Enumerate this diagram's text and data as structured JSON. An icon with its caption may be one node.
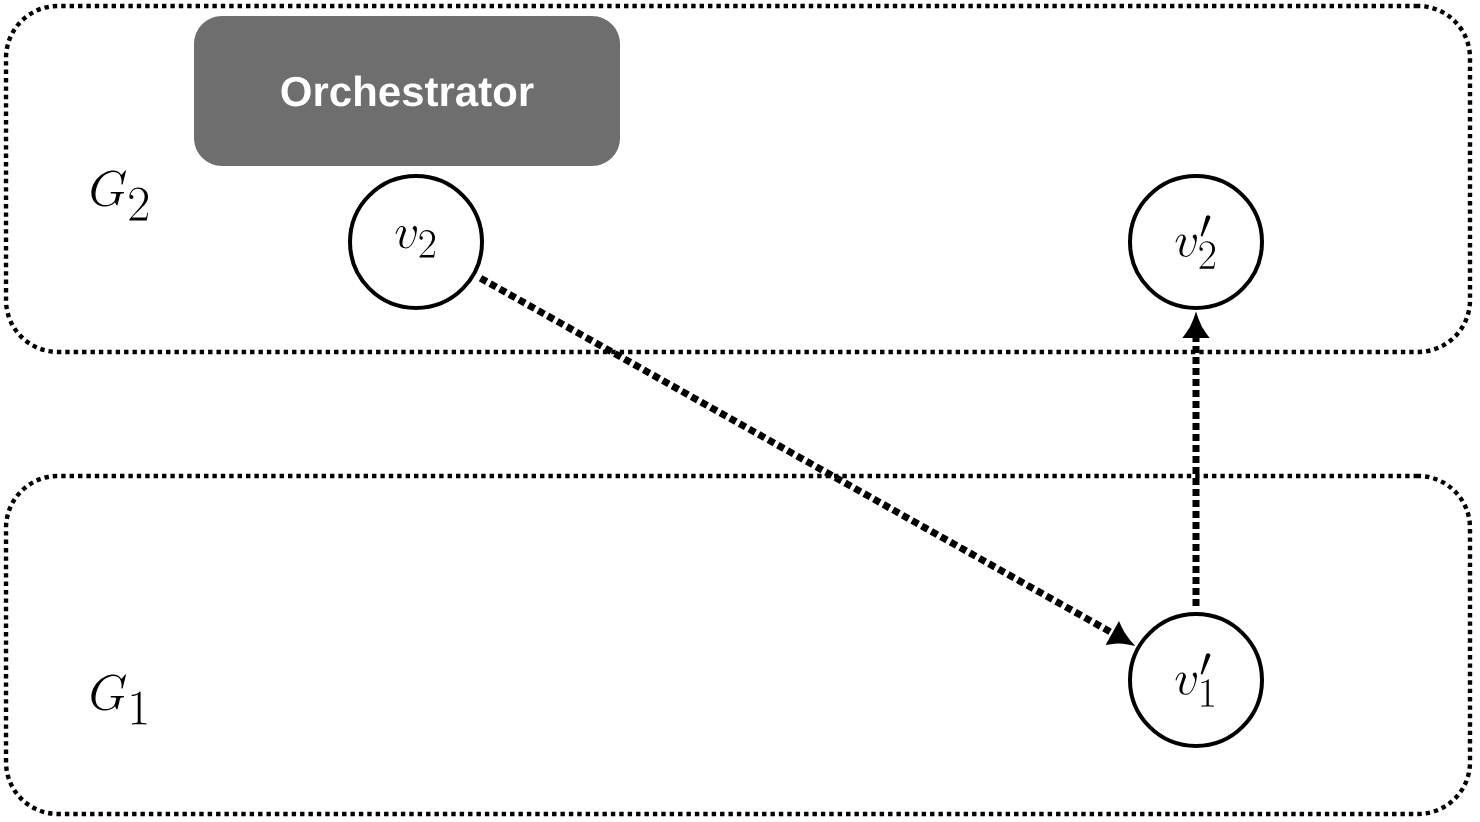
{
  "diagram": {
    "nodes": [
      {
        "text": [
          "G_2"
        ]
      },
      {
        "text": [
          "Orchestrator"
        ],
        "in": 0
      },
      {
        "text": [
          "v_2"
        ],
        "in": 0
      },
      {
        "text": [
          "v'_2"
        ],
        "in": 0
      },
      {
        "text": [
          "G_1"
        ]
      },
      {
        "text": [
          "v'_1"
        ],
        "in": 4
      }
    ],
    "edges": [
      {
        "from": 2,
        "to": 5,
        "arrow": "to",
        "style": "dashed"
      },
      {
        "from": 5,
        "to": 3,
        "arrow": "to",
        "style": "dashed"
      }
    ]
  }
}
